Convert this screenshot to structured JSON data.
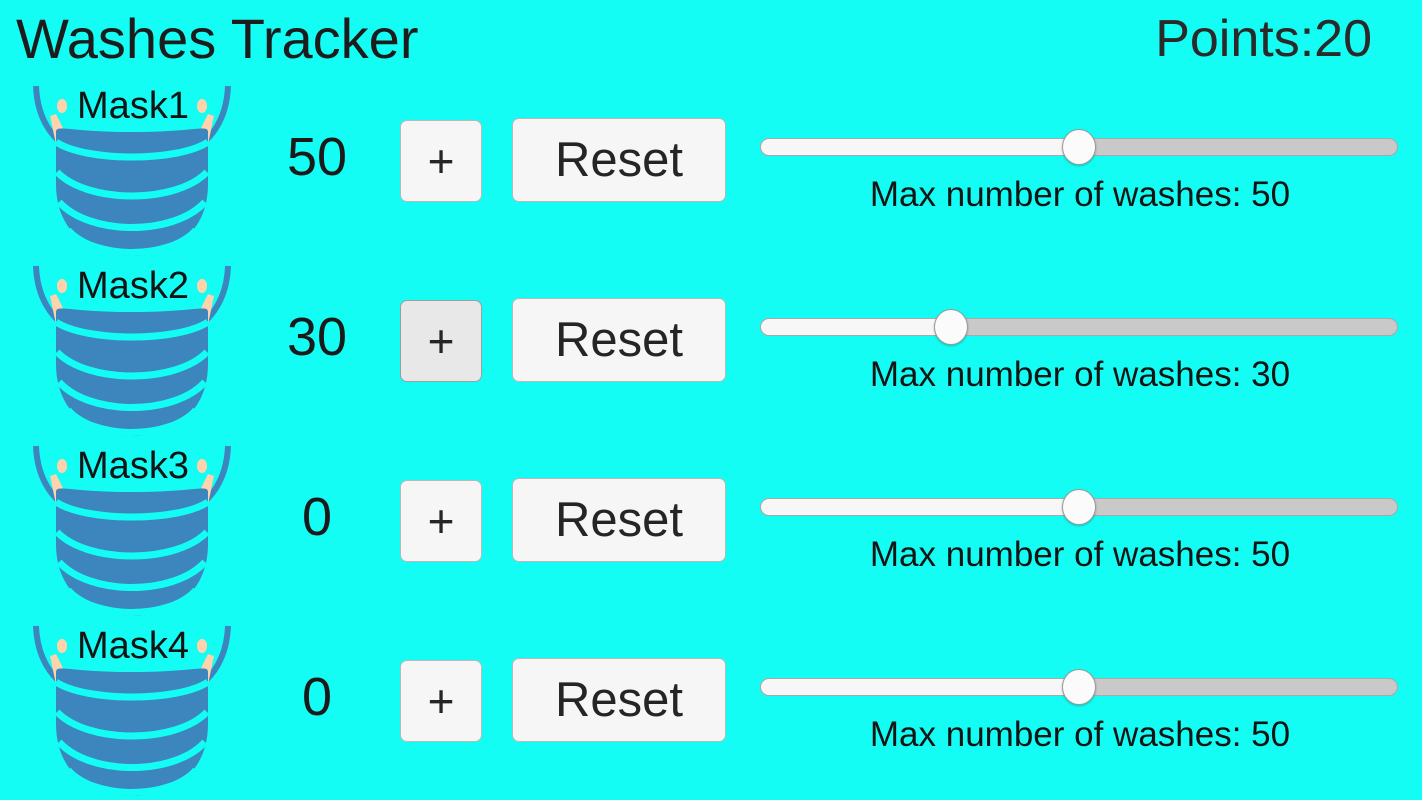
{
  "app": {
    "title": "Washes Tracker",
    "points_label": "Points:20",
    "background_color": "#14fdf4",
    "mask_color": "#3d86bd",
    "mask_outline_color": "#3d86bd",
    "ear_color": "#ffd2ab"
  },
  "rows": [
    {
      "mask_label": "Mask1",
      "count": "50",
      "plus_label": "+",
      "plus_state": "normal",
      "reset_label": "Reset",
      "slider": {
        "value": 50,
        "min": 0,
        "max": 100,
        "percent": 50,
        "caption": "Max number of washes: 50"
      }
    },
    {
      "mask_label": "Mask2",
      "count": "30",
      "plus_label": "+",
      "plus_state": "pressed",
      "reset_label": "Reset",
      "slider": {
        "value": 30,
        "min": 0,
        "max": 100,
        "percent": 30,
        "caption": "Max number of washes: 30"
      }
    },
    {
      "mask_label": "Mask3",
      "count": "0",
      "plus_label": "+",
      "plus_state": "normal",
      "reset_label": "Reset",
      "slider": {
        "value": 50,
        "min": 0,
        "max": 100,
        "percent": 50,
        "caption": "Max number of washes: 50"
      }
    },
    {
      "mask_label": "Mask4",
      "count": "0",
      "plus_label": "+",
      "plus_state": "normal",
      "reset_label": "Reset",
      "slider": {
        "value": 50,
        "min": 0,
        "max": 100,
        "percent": 50,
        "caption": "Max number of washes: 50"
      }
    }
  ],
  "icons": {
    "mask": "face-mask-icon"
  }
}
